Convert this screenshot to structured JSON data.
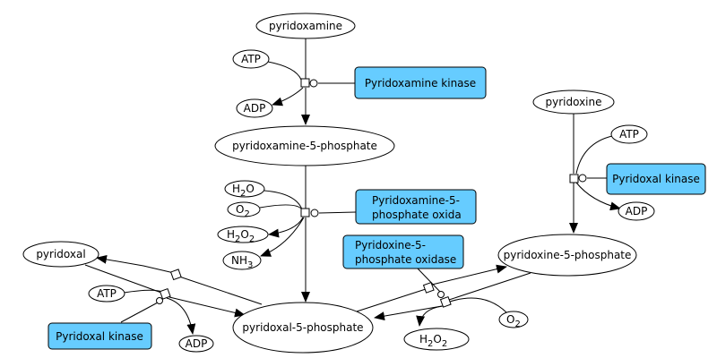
{
  "nodes": {
    "pyridoxamine": "pyridoxamine",
    "pyridoxamine_5_phosphate": "pyridoxamine-5-phosphate",
    "pyridoxal": "pyridoxal",
    "pyridoxal_5_phosphate": "pyridoxal-5-phosphate",
    "pyridoxine": "pyridoxine",
    "pyridoxine_5_phosphate": "pyridoxine-5-phosphate",
    "atp": "ATP",
    "adp": "ADP",
    "h2o": "H",
    "o2": "O",
    "h2o2_h": "H",
    "h2o2_o": "O",
    "nh3": "NH",
    "sub2": "2",
    "sub3": "3",
    "o_letter": "O"
  },
  "enzymes": {
    "pyridoxamine_kinase": "Pyridoxamine kinase",
    "pmp_oxidase_line1": "Pyridoxamine-5-",
    "pmp_oxidase_line2": "phosphate oxida",
    "pyridoxal_kinase_left": "Pyridoxal kinase",
    "pyridoxal_kinase_right": "Pyridoxal kinase",
    "pnp_oxidase_line1": "Pyridoxine-5-",
    "pnp_oxidase_line2": "phosphate oxidase"
  },
  "colors": {
    "enzyme_fill": "#66ccff"
  }
}
